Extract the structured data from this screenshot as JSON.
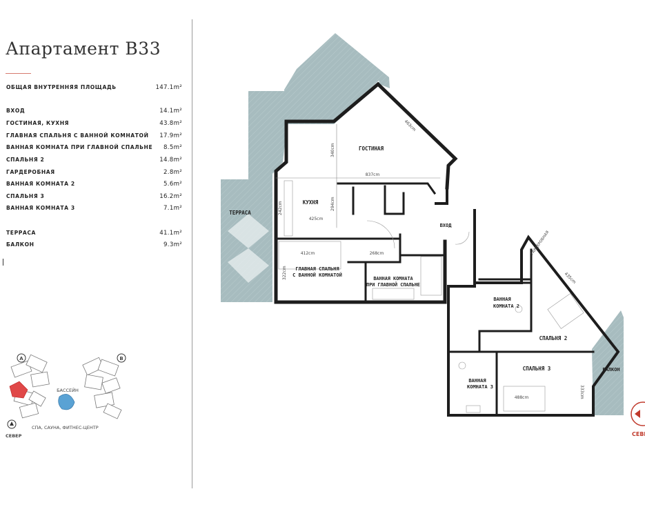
{
  "title": "Апартамент B33",
  "summary": {
    "label": "ОБЩАЯ ВНУТРЕННЯЯ ПЛОЩАДЬ",
    "value": "147.1m²"
  },
  "rooms": [
    {
      "label": "ВХОД",
      "value": "14.1m²"
    },
    {
      "label": "ГОСТИНАЯ, КУХНЯ",
      "value": "43.8m²"
    },
    {
      "label": "ГЛАВНАЯ СПАЛЬНЯ С ВАННОЙ КОМНАТОЙ",
      "value": "17.9m²"
    },
    {
      "label": "ВАННАЯ КОМНАТА ПРИ ГЛАВНОЙ СПАЛЬНЕ",
      "value": "8.5m²"
    },
    {
      "label": "СПАЛЬНЯ 2",
      "value": "14.8m²"
    },
    {
      "label": "ГАРДЕРОБНАЯ",
      "value": "2.8m²"
    },
    {
      "label": "ВАННАЯ КОМНАТА 2",
      "value": "5.6m²"
    },
    {
      "label": "СПАЛЬНЯ 3",
      "value": "16.2m²"
    },
    {
      "label": "ВАННАЯ КОМНАТА 3",
      "value": "7.1m²"
    }
  ],
  "outdoor": [
    {
      "label": "ТЕРРАСА",
      "value": "41.1m²"
    },
    {
      "label": "БАЛКОН",
      "value": "9.3m²"
    }
  ],
  "site_map": {
    "building_a": "A",
    "building_b": "B",
    "pool": "БАССЕЙН",
    "amenities": "СПА, САУНА, ФИТНЕС-ЦЕНТР",
    "north_small": "СЕВЕР"
  },
  "plan": {
    "labels": {
      "living": "ГОСТИНАЯ",
      "kitchen": "КУХНЯ",
      "terrace": "ТЕРРАСА",
      "entry": "ВХОД",
      "master1": "ГЛАВНАЯ СПАЛЬНЯ",
      "master2": "С ВАННОЙ КОМНАТОЙ",
      "mbath1": "ВАННАЯ КОМНАТА",
      "mbath2": "ПРИ ГЛАВНОЙ СПАЛЬНЕ",
      "wardrobe": "ГАРДЕРОБНАЯ",
      "bath2a": "ВАННАЯ",
      "bath2b": "КОМНАТА 2",
      "bed2": "СПАЛЬНЯ 2",
      "bed3": "СПАЛЬНЯ 3",
      "bath3a": "ВАННАЯ",
      "bath3b": "КОМНАТА 3",
      "balcony": "БАЛКОН"
    },
    "dims": {
      "d463": "463cm",
      "d340": "340cm",
      "d837": "837cm",
      "d242": "242cm",
      "d294": "294cm",
      "d425": "425cm",
      "d412": "412cm",
      "d268": "268cm",
      "d322": "322cm",
      "d435": "435cm",
      "d333": "333cm",
      "d488": "488cm"
    },
    "north": "СЕВЕР"
  },
  "colors": {
    "outdoor": "#a7bcbf",
    "wall": "#1d1d1d",
    "accent": "#d67a6e",
    "site_highlight": "#e04848",
    "pool": "#5aa2d4"
  }
}
